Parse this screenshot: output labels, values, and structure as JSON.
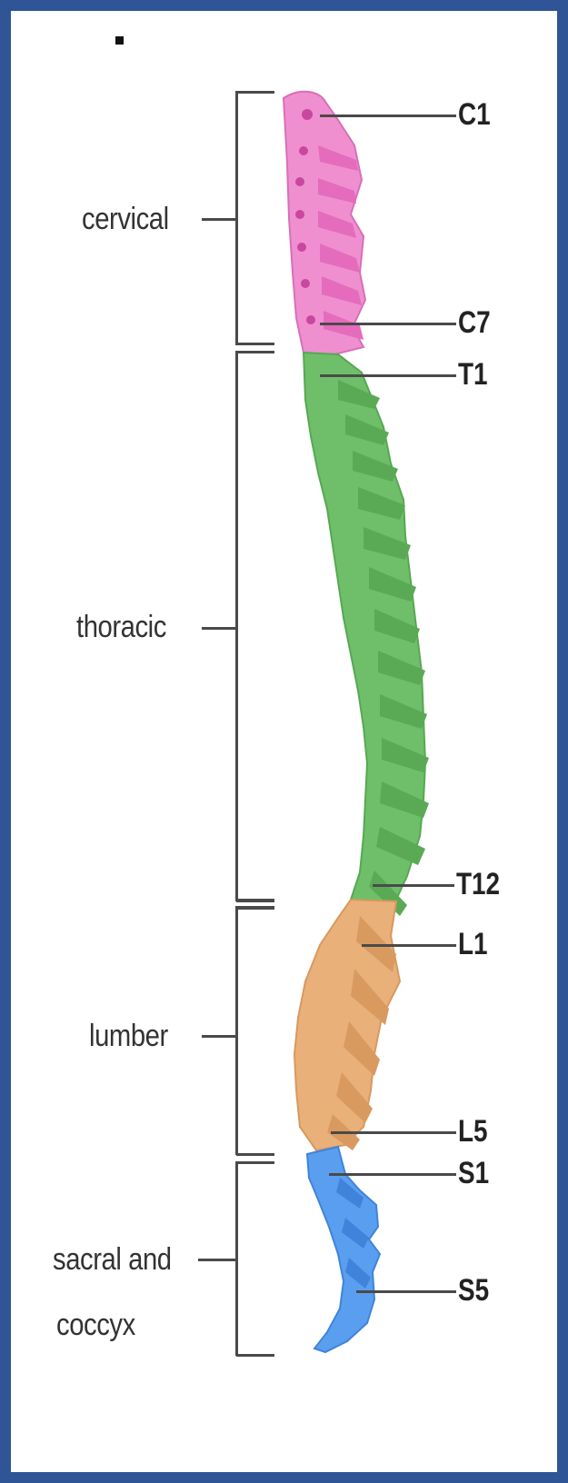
{
  "regions": {
    "cervical": "cervical",
    "thoracic": "thoracic",
    "lumber": "lumber",
    "sacral_line1": "sacral and",
    "sacral_line2": "coccyx"
  },
  "levels": {
    "c1": "C1",
    "c7": "C7",
    "t1": "T1",
    "t12": "T12",
    "l1": "L1",
    "l5": "L5",
    "s1": "S1",
    "s5": "S5"
  },
  "colors": {
    "frame": "#2f5597",
    "cervical": "#ef8fd0",
    "thoracic": "#6fbf6a",
    "lumbar": "#eab07a",
    "sacral": "#5a9ef0"
  }
}
